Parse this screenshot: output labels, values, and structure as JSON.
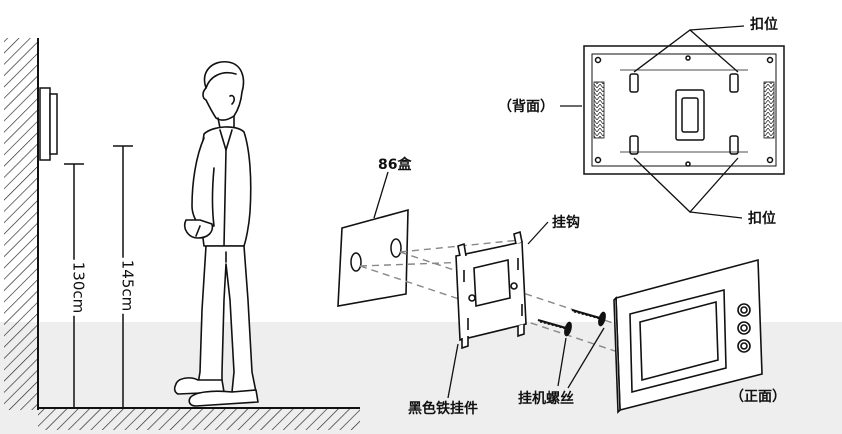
{
  "labels": {
    "height_130": "130cm",
    "height_145": "145cm",
    "box_86": "86盒",
    "hook": "挂钩",
    "black_iron_bracket": "黑色铁挂件",
    "mounting_screws": "挂机螺丝",
    "front_view": "（正面）",
    "back_view": "（背面）",
    "clip_top": "扣位",
    "clip_bottom": "扣位"
  }
}
